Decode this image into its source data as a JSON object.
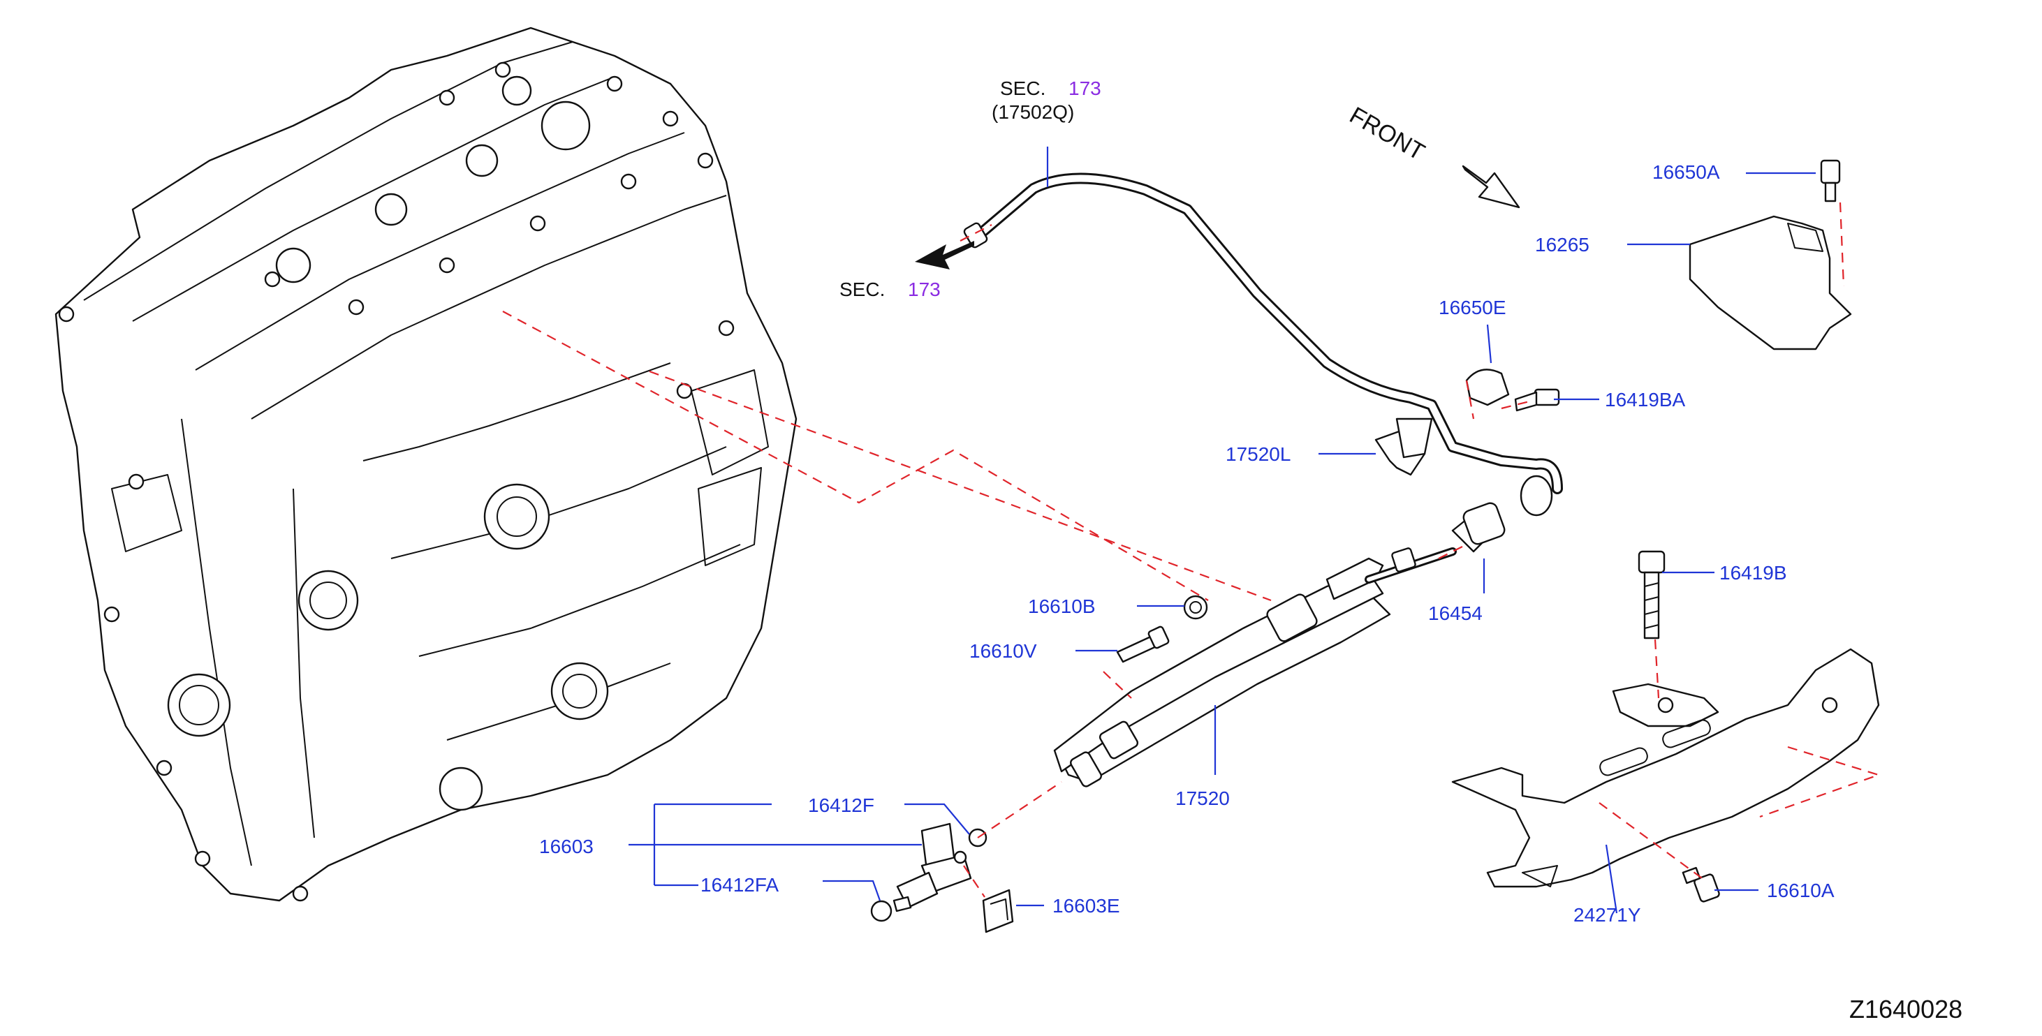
{
  "diagram": {
    "part_labels": {
      "p16650A": "16650A",
      "p16265": "16265",
      "p16650E": "16650E",
      "p16419BA": "16419BA",
      "p17520L": "17520L",
      "p16454": "16454",
      "p16419B": "16419B",
      "p16610B": "16610B",
      "p16610V": "16610V",
      "p17520": "17520",
      "p16412F": "16412F",
      "p16603": "16603",
      "p16412FA": "16412FA",
      "p16603E": "16603E",
      "p16610A": "16610A",
      "p24271Y": "24271Y"
    },
    "sec_top": {
      "prefix": "SEC.",
      "number": "173",
      "part": "(17502Q)"
    },
    "sec_left": {
      "prefix": "SEC.",
      "number": "173"
    },
    "front_label": "FRONT",
    "diagram_code": "Z1640028",
    "colors": {
      "label": "#1f35d6",
      "section_ref": "#8a2be2",
      "dashed_line": "#e0242a",
      "outline": "#111111"
    },
    "icons": [
      "engine-block",
      "fuel-rail",
      "fuel-injector",
      "fuel-hose",
      "heat-insulator",
      "bolt",
      "clip",
      "o-ring",
      "bracket",
      "front-arrow"
    ]
  }
}
